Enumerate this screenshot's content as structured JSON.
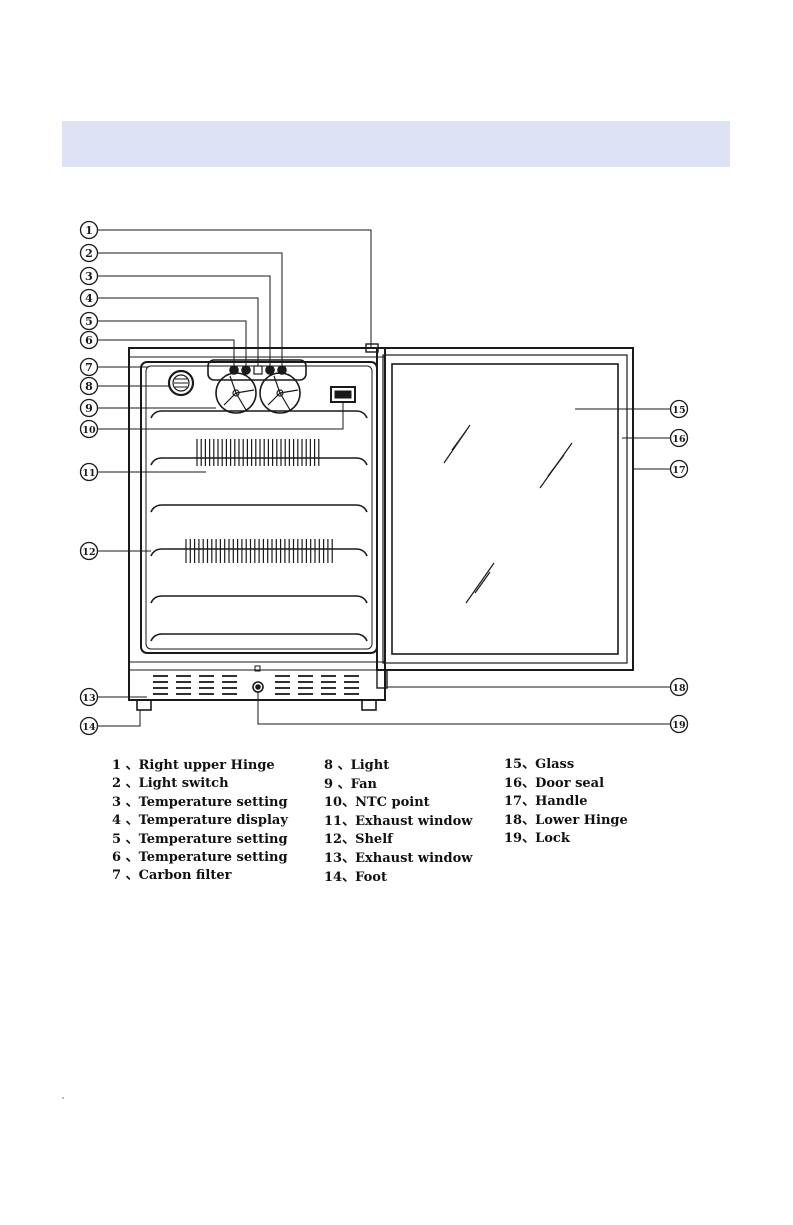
{
  "callouts": [
    {
      "n": "1"
    },
    {
      "n": "2"
    },
    {
      "n": "3"
    },
    {
      "n": "4"
    },
    {
      "n": "5"
    },
    {
      "n": "6"
    },
    {
      "n": "7"
    },
    {
      "n": "8"
    },
    {
      "n": "9"
    },
    {
      "n": "10"
    },
    {
      "n": "11"
    },
    {
      "n": "12"
    },
    {
      "n": "13"
    },
    {
      "n": "14"
    },
    {
      "n": "15"
    },
    {
      "n": "16"
    },
    {
      "n": "17"
    },
    {
      "n": "18"
    },
    {
      "n": "19"
    }
  ],
  "legend": {
    "col1": [
      "1 、Right upper Hinge",
      "2 、Light switch",
      "3 、Temperature setting",
      "4 、Temperature display",
      "5 、Temperature setting",
      "6 、Temperature setting",
      "7 、Carbon filter"
    ],
    "col2": [
      "8 、Light",
      "9 、Fan",
      "10、NTC point",
      "11、Exhaust window",
      "12、Shelf",
      "13、Exhaust window",
      "14、Foot"
    ],
    "col3": [
      "15、Glass",
      "16、Door seal",
      "17、Handle",
      "18、Lower Hinge",
      "19、Lock"
    ]
  },
  "colors": {
    "banner": "#dde2f5",
    "line": "#1a1a1a"
  }
}
